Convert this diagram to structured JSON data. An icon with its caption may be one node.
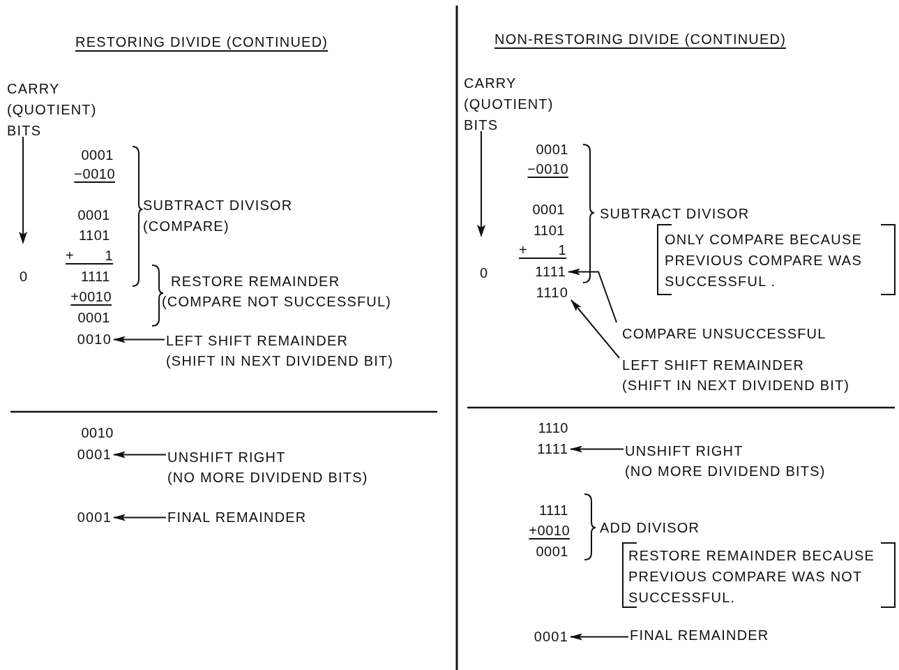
{
  "diagram": {
    "nodes": [
      {
        "text": [
          "0010"
        ]
      },
      {
        "text": [
          "LEFT SHIFT REMAINDER",
          "(SHIFT IN NEXT DIVIDEND BIT)"
        ]
      },
      {
        "text": [
          "0001"
        ]
      },
      {
        "text": [
          "UNSHIFT RIGHT",
          "(NO MORE DIVIDEND BITS)"
        ]
      },
      {
        "text": [
          "0001"
        ]
      },
      {
        "text": [
          "FINAL REMAINDER"
        ]
      },
      {
        "text": [
          "1111"
        ]
      },
      {
        "text": [
          "1110"
        ]
      },
      {
        "text": [
          "COMPARE UNSUCCESSFUL"
        ]
      },
      {
        "text": [
          "LEFT SHIFT REMAINDER",
          "(SHIFT IN NEXT DIVIDEND BIT)"
        ]
      },
      {
        "text": [
          "1111"
        ]
      },
      {
        "text": [
          "UNSHIFT RIGHT",
          "(NO MORE DIVIDEND BITS)"
        ]
      },
      {
        "text": [
          "0001"
        ]
      },
      {
        "text": [
          "FINAL REMAINDER"
        ]
      }
    ],
    "edges": [
      {
        "from": 1,
        "to": 0,
        "arrow": "to"
      },
      {
        "from": 3,
        "to": 2,
        "arrow": "to"
      },
      {
        "from": 5,
        "to": 4,
        "arrow": "to"
      },
      {
        "from": 8,
        "to": 6,
        "arrow": "to"
      },
      {
        "from": 9,
        "to": 7,
        "arrow": "to"
      },
      {
        "from": 11,
        "to": 10,
        "arrow": "to"
      },
      {
        "from": 13,
        "to": 12,
        "arrow": "to"
      }
    ],
    "labels": [
      "RESTORING DIVIDE (CONTINUED)",
      "CARRY (QUOTIENT) BITS",
      "0001",
      "−0010",
      "0001",
      "1101",
      "+ 1",
      "0",
      "1111",
      "SUBTRACT DIVISOR",
      "(COMPARE)",
      "+0010",
      "RESTORE REMAINDER",
      "(COMPARE NOT SUCCESSFUL)",
      "0001",
      "0010",
      "NON-RESTORING DIVIDE (CONTINUED)",
      "CARRY (QUOTIENT) BITS",
      "0001",
      "−0010",
      "0001",
      "1101",
      "SUBTRACT DIVISOR",
      "+ 1",
      "ONLY COMPARE BECAUSE PREVIOUS COMPARE WAS SUCCESSFUL .",
      "0",
      "1110",
      "1111",
      "+0010",
      "ADD DIVISOR",
      "0001",
      "RESTORE REMAINDER BECAUSE PREVIOUS COMPARE WAS NOT SUCCESSFUL."
    ]
  }
}
